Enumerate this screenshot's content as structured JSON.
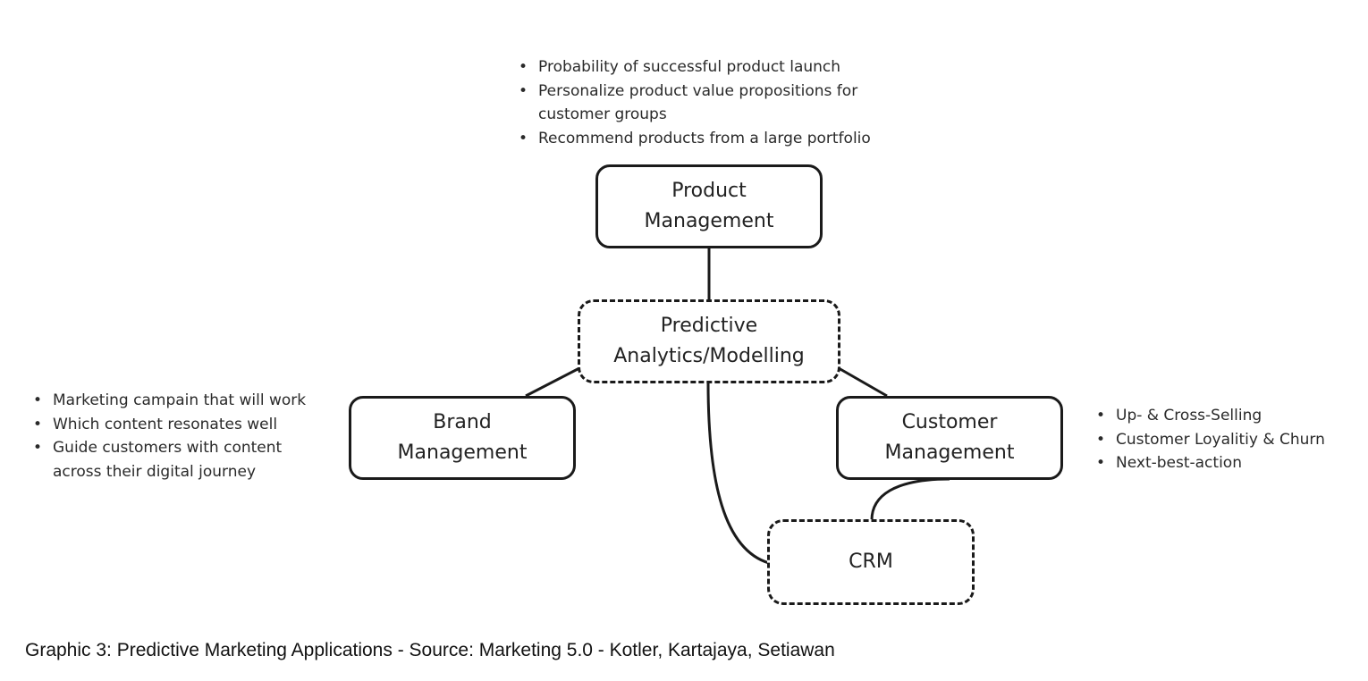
{
  "nodes": {
    "product": "Product\nManagement",
    "predictive": "Predictive\nAnalytics/Modelling",
    "brand": "Brand\nManagement",
    "customer": "Customer\nManagement",
    "crm": "CRM"
  },
  "notes": {
    "product": [
      "Probability of successful product launch",
      "Personalize product value propositions for customer groups",
      "Recommend products from a large portfolio"
    ],
    "brand": [
      "Marketing campain that will work",
      "Which content resonates well",
      "Guide customers with content across their digital journey"
    ],
    "customer": [
      "Up- & Cross-Selling",
      "Customer Loyalitiy & Churn",
      "Next-best-action"
    ]
  },
  "caption": "Graphic 3: Predictive Marketing Applications - Source: Marketing 5.0 - Kotler, Kartajaya, Setiawan"
}
